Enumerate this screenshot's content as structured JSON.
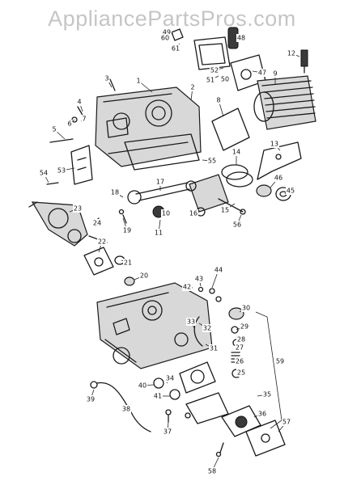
{
  "watermark": "AppliancePartsPros.com",
  "callouts": [
    "1",
    "2",
    "3",
    "4",
    "5",
    "6",
    "7",
    "8",
    "9",
    "10",
    "11",
    "12",
    "13",
    "14",
    "15",
    "16",
    "17",
    "18",
    "19",
    "20",
    "21",
    "22",
    "23",
    "24",
    "25",
    "26",
    "27",
    "28",
    "29",
    "30",
    "31",
    "32",
    "33",
    "34",
    "35",
    "36",
    "37",
    "38",
    "39",
    "40",
    "41",
    "42",
    "43",
    "44",
    "45",
    "46",
    "47",
    "48",
    "49",
    "50",
    "51",
    "52",
    "53",
    "54",
    "55",
    "56",
    "57",
    "58",
    "59",
    "60",
    "61"
  ],
  "colors": {
    "ink": "#1a1a1a",
    "shade": "#d8d8d8",
    "watermark": "#969696"
  }
}
